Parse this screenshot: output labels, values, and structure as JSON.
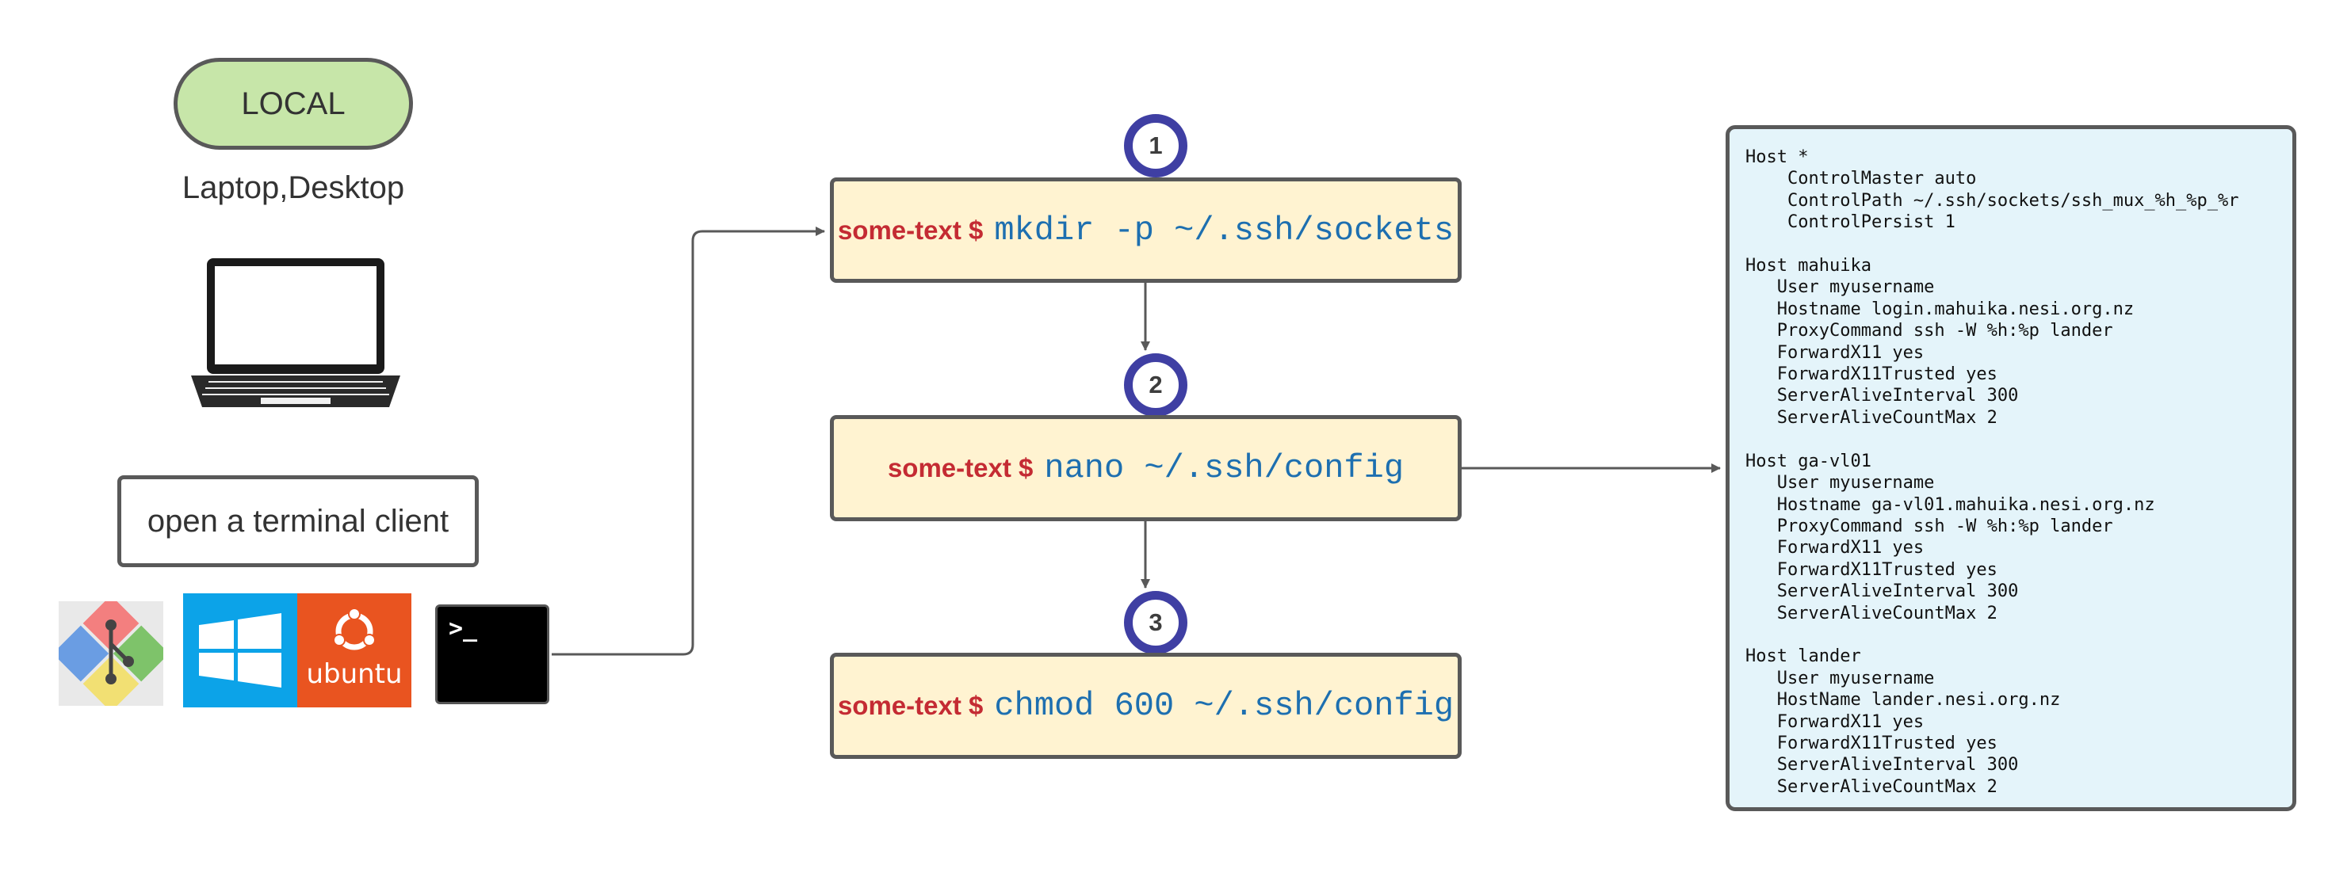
{
  "local": {
    "title": "LOCAL",
    "subtitle": "Laptop,Desktop"
  },
  "terminal_hint": "open a terminal client",
  "icons": [
    "laptop-icon",
    "git-bash-icon",
    "windows-icon",
    "ubuntu-icon",
    "terminal-icon"
  ],
  "ubuntu_label": "ubuntu",
  "terminal_prompt_glyph": ">_",
  "steps": [
    {
      "number": "1",
      "prompt": "some-text $",
      "command": "mkdir -p ~/.ssh/sockets"
    },
    {
      "number": "2",
      "prompt": "some-text $",
      "command": "nano ~/.ssh/config"
    },
    {
      "number": "3",
      "prompt": "some-text $",
      "command": "chmod 600 ~/.ssh/config"
    }
  ],
  "config_text": "Host *\n    ControlMaster auto\n    ControlPath ~/.ssh/sockets/ssh_mux_%h_%p_%r\n    ControlPersist 1\n\nHost mahuika\n   User myusername\n   Hostname login.mahuika.nesi.org.nz\n   ProxyCommand ssh -W %h:%p lander\n   ForwardX11 yes\n   ForwardX11Trusted yes\n   ServerAliveInterval 300\n   ServerAliveCountMax 2\n\nHost ga-vl01\n   User myusername\n   Hostname ga-vl01.mahuika.nesi.org.nz\n   ProxyCommand ssh -W %h:%p lander\n   ForwardX11 yes\n   ForwardX11Trusted yes\n   ServerAliveInterval 300\n   ServerAliveCountMax 2\n\nHost lander\n   User myusername\n   HostName lander.nesi.org.nz\n   ForwardX11 yes\n   ForwardX11Trusted yes\n   ServerAliveInterval 300\n   ServerAliveCountMax 2",
  "colors": {
    "local_fill": "#c7e6a9",
    "command_fill": "#fff3d1",
    "config_fill": "#e4f4fa",
    "prompt_red": "#c42b33",
    "command_blue": "#1d6fb0",
    "badge_ring": "#3f3fa3",
    "connector": "#595959"
  }
}
